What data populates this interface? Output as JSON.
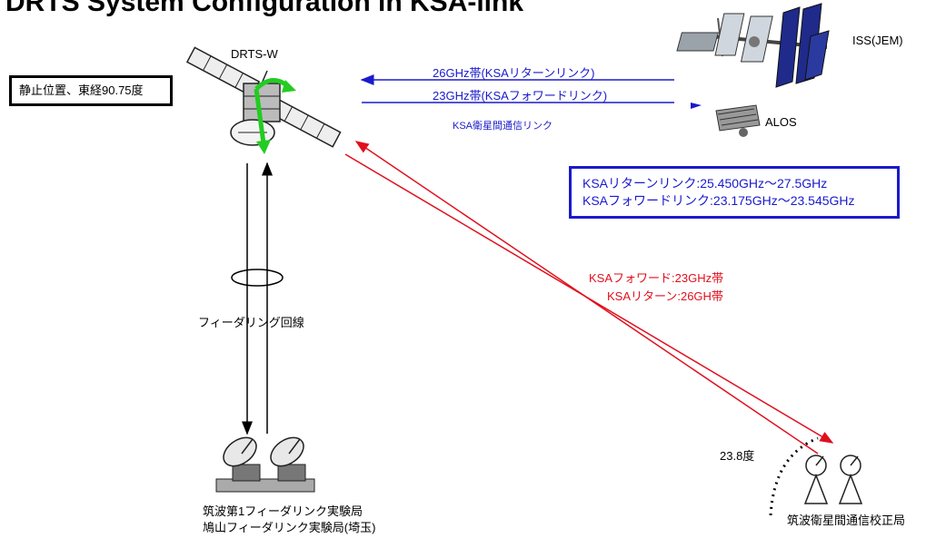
{
  "title": "DRTS System Configuration in KSA-link",
  "satellite_label": "DRTS-W",
  "position_box": "静止位置、東経90.75度",
  "iss_label": "ISS(JEM)",
  "alos_label": "ALOS",
  "link_26": "26GHz帯(KSAリターンリンク)",
  "link_23": "23GHz帯(KSAフォワードリンク)",
  "intersat_label": "KSA衛星間通信リンク",
  "freq_box": {
    "line1": "KSAリターンリンク:25.450GHz～27.5GHz",
    "line2": "KSAフォワードリンク:23.175GHz～23.545GHz"
  },
  "red_label_1": "KSAフォワード:23GHz帯",
  "red_label_2": "KSAリターン:26GH帯",
  "feeder_label": "フィーダリング回線",
  "ground_left_1": "筑波第1フィーダリンク実験局",
  "ground_left_2": "鳩山フィーダリンク実験局(埼玉)",
  "angle_label": "23.8度",
  "ground_right": "筑波衛星間通信校正局",
  "colors": {
    "blue": "#1a1acc",
    "red": "#e0101e",
    "green": "#22cc22"
  }
}
